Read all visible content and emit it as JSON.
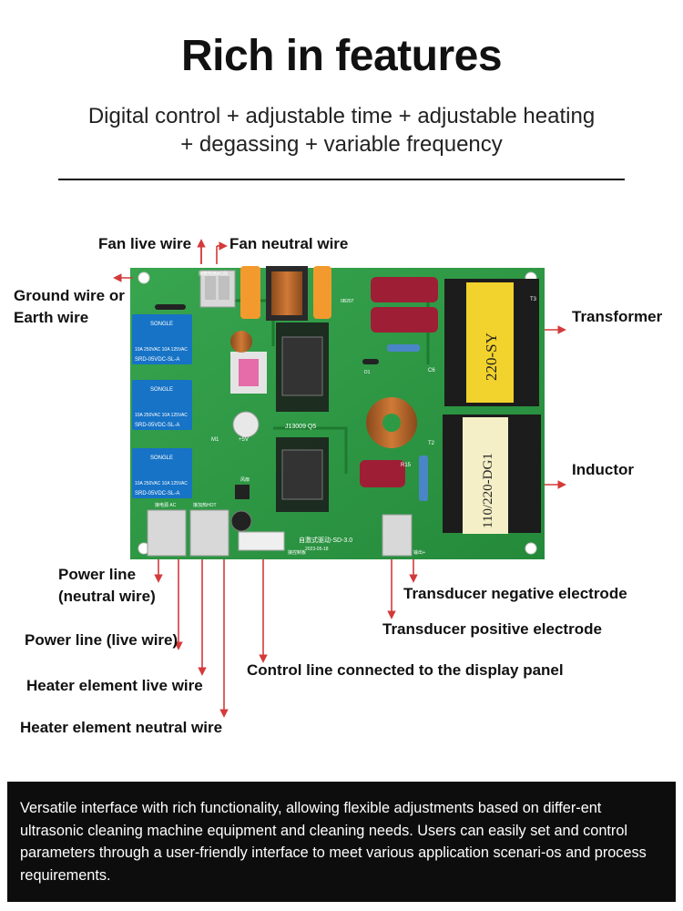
{
  "header": {
    "title": "Rich in features",
    "subtitle_line1": "Digital control + adjustable time + adjustable heating",
    "subtitle_line2": "+ degassing + variable frequency"
  },
  "board": {
    "relay_brand": "SONGLE",
    "relay_model": "SRD-05VDC-SL-A",
    "relay_rating": "10A 250VAC 10A 125VAC",
    "chip_label": "J13009 Q5",
    "plus5v": "+5V",
    "m1": "M1",
    "board_name": "自激式驱动-SD-3.0",
    "board_date": "2023-05-18",
    "transformer_marking": "220-SY",
    "inductor_marking": "110/220-DG1",
    "silk_ac": "接电源 AC",
    "silk_hot": "接加热HOT",
    "silk_ctrl": "接控制板",
    "silk_out": "输出+",
    "silk_fan": "风扇",
    "silk_top": "接散热扇AC风",
    "silk_r15": "R15",
    "silk_t3": "T3",
    "silk_t2": "T2",
    "silk_c6": "C6",
    "silk_d1": "D1",
    "silk_cap": "0B207"
  },
  "labels": {
    "fan_live": "Fan live wire",
    "fan_neutral": "Fan neutral wire",
    "ground_line1": "Ground wire or",
    "ground_line2": "Earth wire",
    "transformer": "Transformer",
    "inductor": "Inductor",
    "power_neutral_line1": "Power line",
    "power_neutral_line2": "(neutral wire)",
    "power_live": "Power line (live wire)",
    "heater_live": "Heater element live wire",
    "heater_neutral": "Heater element neutral wire",
    "control_line": "Control line connected to the display panel",
    "transducer_negative": "Transducer negative electrode",
    "transducer_positive": "Transducer positive electrode"
  },
  "footer": {
    "text": "Versatile interface with rich functionality, allowing flexible adjustments based on differ-ent ultrasonic cleaning machine equipment and cleaning needs. Users can easily set and control parameters through a user-friendly interface to meet various application scenari-os and process requirements."
  },
  "colors": {
    "pcb": "#2e9a45",
    "arrow": "#d43a3a",
    "footer_bg": "#0d0d0d"
  }
}
